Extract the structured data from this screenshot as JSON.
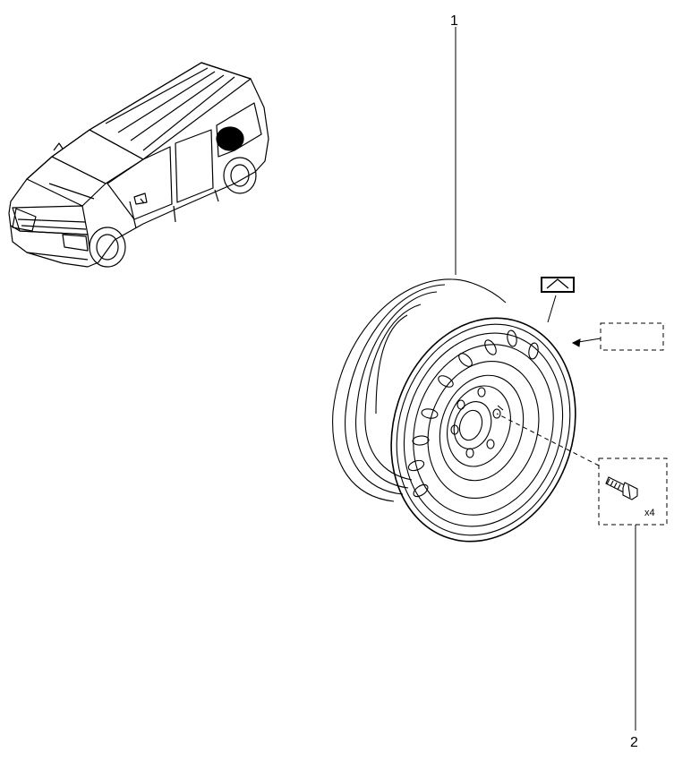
{
  "diagram": {
    "callouts": [
      {
        "id": "1",
        "label": "1"
      },
      {
        "id": "2",
        "label": "2"
      }
    ],
    "bolt_quantity": "x4",
    "highlight_color": "#000000",
    "line_color": "#000000",
    "icons": [
      "vehicle-locator-icon",
      "wheel-rim-icon",
      "wheel-bolt-icon",
      "label-tag-icon"
    ]
  }
}
